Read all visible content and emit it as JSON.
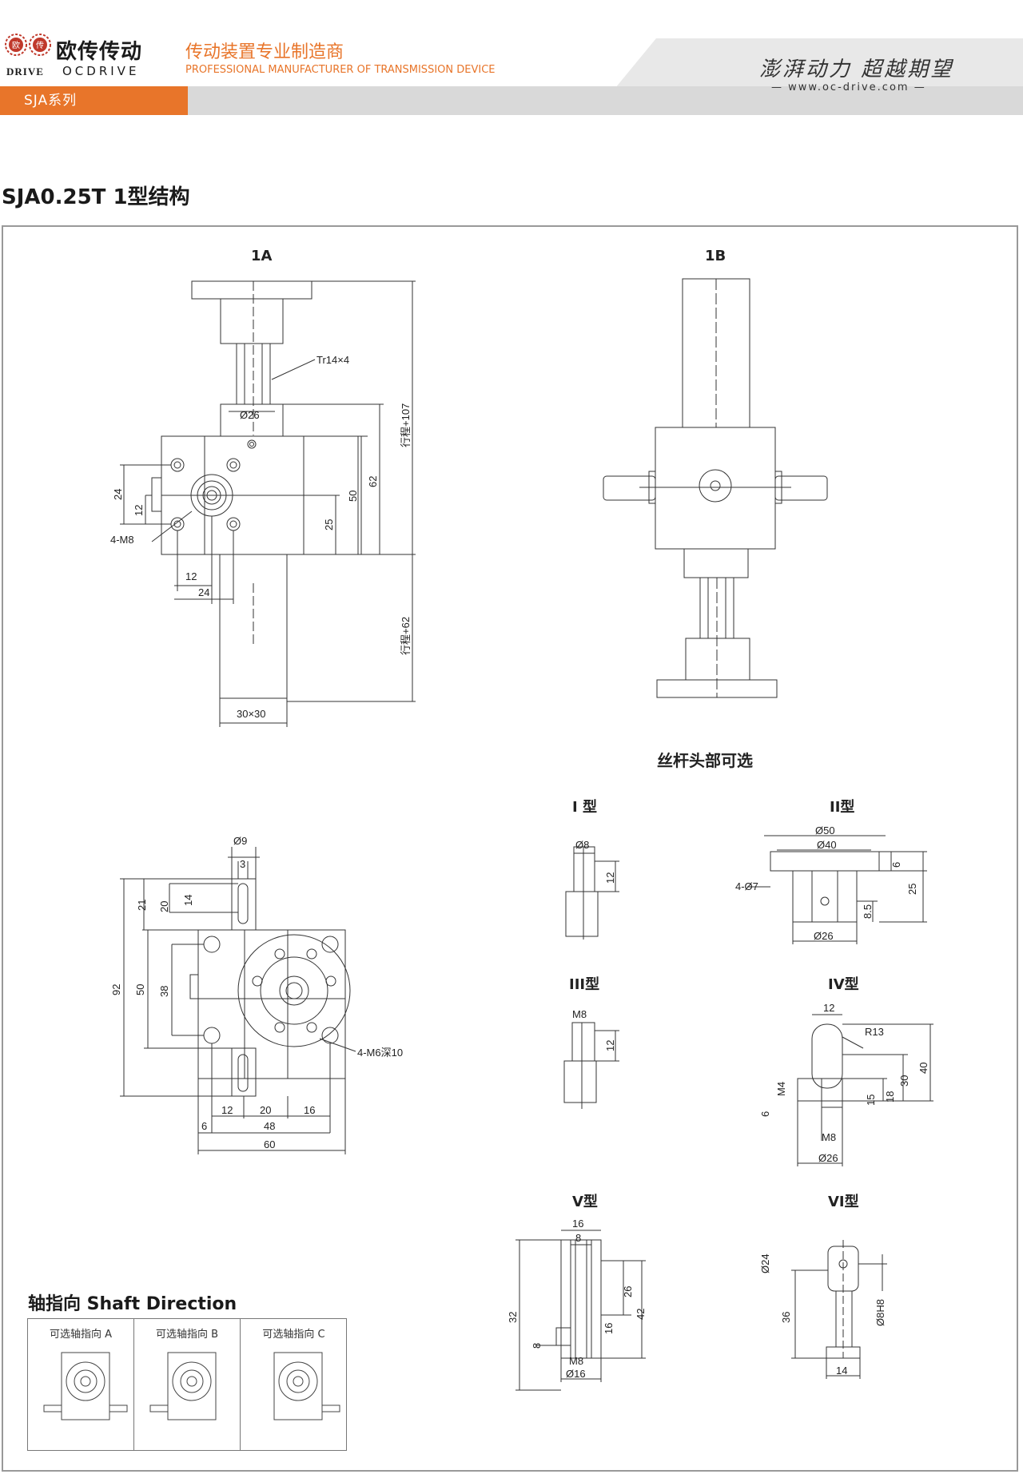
{
  "header": {
    "logo_badge_left": "欧",
    "logo_badge_right": "传",
    "logo_cn": "欧传传动",
    "logo_en_left": "DRIVE",
    "logo_en": "OCDRIVE",
    "tagline_cn": "传动装置专业制造商",
    "tagline_en": "PROFESSIONAL MANUFACTURER OF TRANSMISSION DEVICE",
    "slogan": "澎湃动力 超越期望",
    "website": "www.oc-drive.com",
    "series_tab": "SJA系列",
    "accent_color": "#e8752a"
  },
  "page_title": "SJA0.25T 1型结构",
  "views": {
    "view_1a": {
      "label": "1A",
      "dims": {
        "thread": "Tr14×4",
        "d26": "Ø26",
        "stroke_107": "行程+107",
        "stroke_62": "行程+62",
        "d62": "62",
        "d50": "50",
        "d25": "25",
        "d24": "24",
        "d12": "12",
        "holes": "4-M8",
        "h12": "12",
        "h24": "24",
        "tube": "30×30"
      }
    },
    "view_1b": {
      "label": "1B"
    },
    "view_bottom": {
      "dims": {
        "d9": "Ø9",
        "d3": "3",
        "d21": "21",
        "d20": "20",
        "d14": "14",
        "d92": "92",
        "d50": "50",
        "d38": "38",
        "holes": "4-M6深10",
        "b12": "12",
        "b20": "20",
        "b16": "16",
        "b6": "6",
        "b48": "48",
        "b60": "60"
      }
    }
  },
  "heads": {
    "title": "丝杆头部可选",
    "type1": {
      "label": "I 型",
      "d8": "Ø8",
      "d12": "12"
    },
    "type2": {
      "label": "II型",
      "d50": "Ø50",
      "d40": "Ø40",
      "holes": "4-Ø7",
      "d6": "6",
      "d25": "25",
      "d8_5": "8.5",
      "d26": "Ø26"
    },
    "type3": {
      "label": "III型",
      "m8": "M8",
      "d12": "12"
    },
    "type4": {
      "label": "IV型",
      "d12": "12",
      "r13": "R13",
      "m4": "M4",
      "d6": "6",
      "d15": "15",
      "d18": "18",
      "d30": "30",
      "d40": "40",
      "m8": "M8",
      "d26": "Ø26"
    },
    "type5": {
      "label": "V型",
      "d16": "16",
      "d8": "8",
      "d26": "26",
      "d16v": "16",
      "d42": "42",
      "d32": "32",
      "d8v": "8",
      "m8": "M8",
      "dd16": "Ø16"
    },
    "type6": {
      "label": "VI型",
      "d24": "Ø24",
      "d8h8": "Ø8H8",
      "d36": "36",
      "d14": "14"
    }
  },
  "shaft_direction": {
    "title": "轴指向 Shaft Direction",
    "options": [
      "可选轴指向 A",
      "可选轴指向 B",
      "可选轴指向 C"
    ]
  }
}
